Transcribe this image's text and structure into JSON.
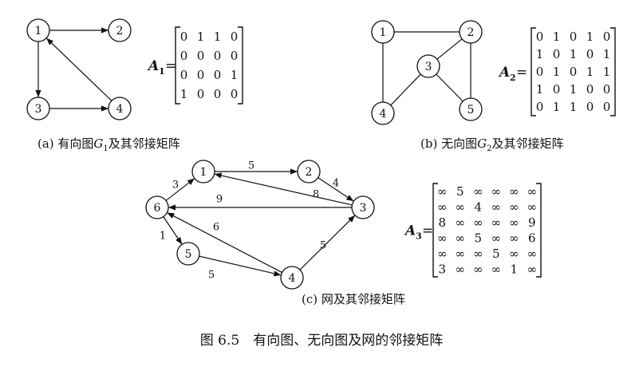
{
  "figure": {
    "caption": "图 6.5　有向图、无向图及网的邻接矩阵",
    "panels": [
      {
        "id": "a",
        "caption_prefix": "(a) 有向图",
        "caption_sym": "G",
        "caption_sub": "1",
        "caption_suffix": "及其邻接矩阵",
        "matrix_name": "A",
        "matrix_sub": "1",
        "matrix": [
          [
            "0",
            "1",
            "1",
            "0"
          ],
          [
            "0",
            "0",
            "0",
            "0"
          ],
          [
            "0",
            "0",
            "0",
            "1"
          ],
          [
            "1",
            "0",
            "0",
            "0"
          ]
        ],
        "nodes": [
          "1",
          "2",
          "3",
          "4"
        ],
        "edges": [
          [
            "1",
            "2"
          ],
          [
            "1",
            "3"
          ],
          [
            "3",
            "4"
          ],
          [
            "4",
            "1"
          ]
        ],
        "directed": true,
        "weights": []
      },
      {
        "id": "b",
        "caption_prefix": "(b) 无向图",
        "caption_sym": "G",
        "caption_sub": "2",
        "caption_suffix": "及其邻接矩阵",
        "matrix_name": "A",
        "matrix_sub": "2",
        "matrix": [
          [
            "0",
            "1",
            "0",
            "1",
            "0"
          ],
          [
            "1",
            "0",
            "1",
            "0",
            "1"
          ],
          [
            "0",
            "1",
            "0",
            "1",
            "1"
          ],
          [
            "1",
            "0",
            "1",
            "0",
            "0"
          ],
          [
            "0",
            "1",
            "1",
            "0",
            "0"
          ]
        ],
        "nodes": [
          "1",
          "2",
          "3",
          "4",
          "5"
        ],
        "edges": [
          [
            "1",
            "2"
          ],
          [
            "1",
            "4"
          ],
          [
            "2",
            "3"
          ],
          [
            "2",
            "5"
          ],
          [
            "3",
            "4"
          ],
          [
            "3",
            "5"
          ]
        ],
        "directed": false,
        "weights": []
      },
      {
        "id": "c",
        "caption": "(c) 网及其邻接矩阵",
        "matrix_name": "A",
        "matrix_sub": "3",
        "matrix": [
          [
            "∞",
            "5",
            "∞",
            "∞",
            "∞",
            "∞"
          ],
          [
            "∞",
            "∞",
            "4",
            "∞",
            "∞",
            "∞"
          ],
          [
            "8",
            "∞",
            "∞",
            "∞",
            "∞",
            "9"
          ],
          [
            "∞",
            "∞",
            "5",
            "∞",
            "∞",
            "6"
          ],
          [
            "∞",
            "∞",
            "∞",
            "5",
            "∞",
            "∞"
          ],
          [
            "3",
            "∞",
            "∞",
            "∞",
            "1",
            "∞"
          ]
        ],
        "nodes": [
          "1",
          "2",
          "3",
          "4",
          "5",
          "6"
        ],
        "edges": [
          [
            "1",
            "2"
          ],
          [
            "2",
            "3"
          ],
          [
            "3",
            "1"
          ],
          [
            "3",
            "6"
          ],
          [
            "4",
            "3"
          ],
          [
            "4",
            "6"
          ],
          [
            "5",
            "4"
          ],
          [
            "6",
            "1"
          ],
          [
            "6",
            "5"
          ]
        ],
        "directed": true,
        "weights": [
          "5",
          "4",
          "8",
          "9",
          "5",
          "6",
          "5",
          "3",
          "1"
        ]
      }
    ]
  }
}
